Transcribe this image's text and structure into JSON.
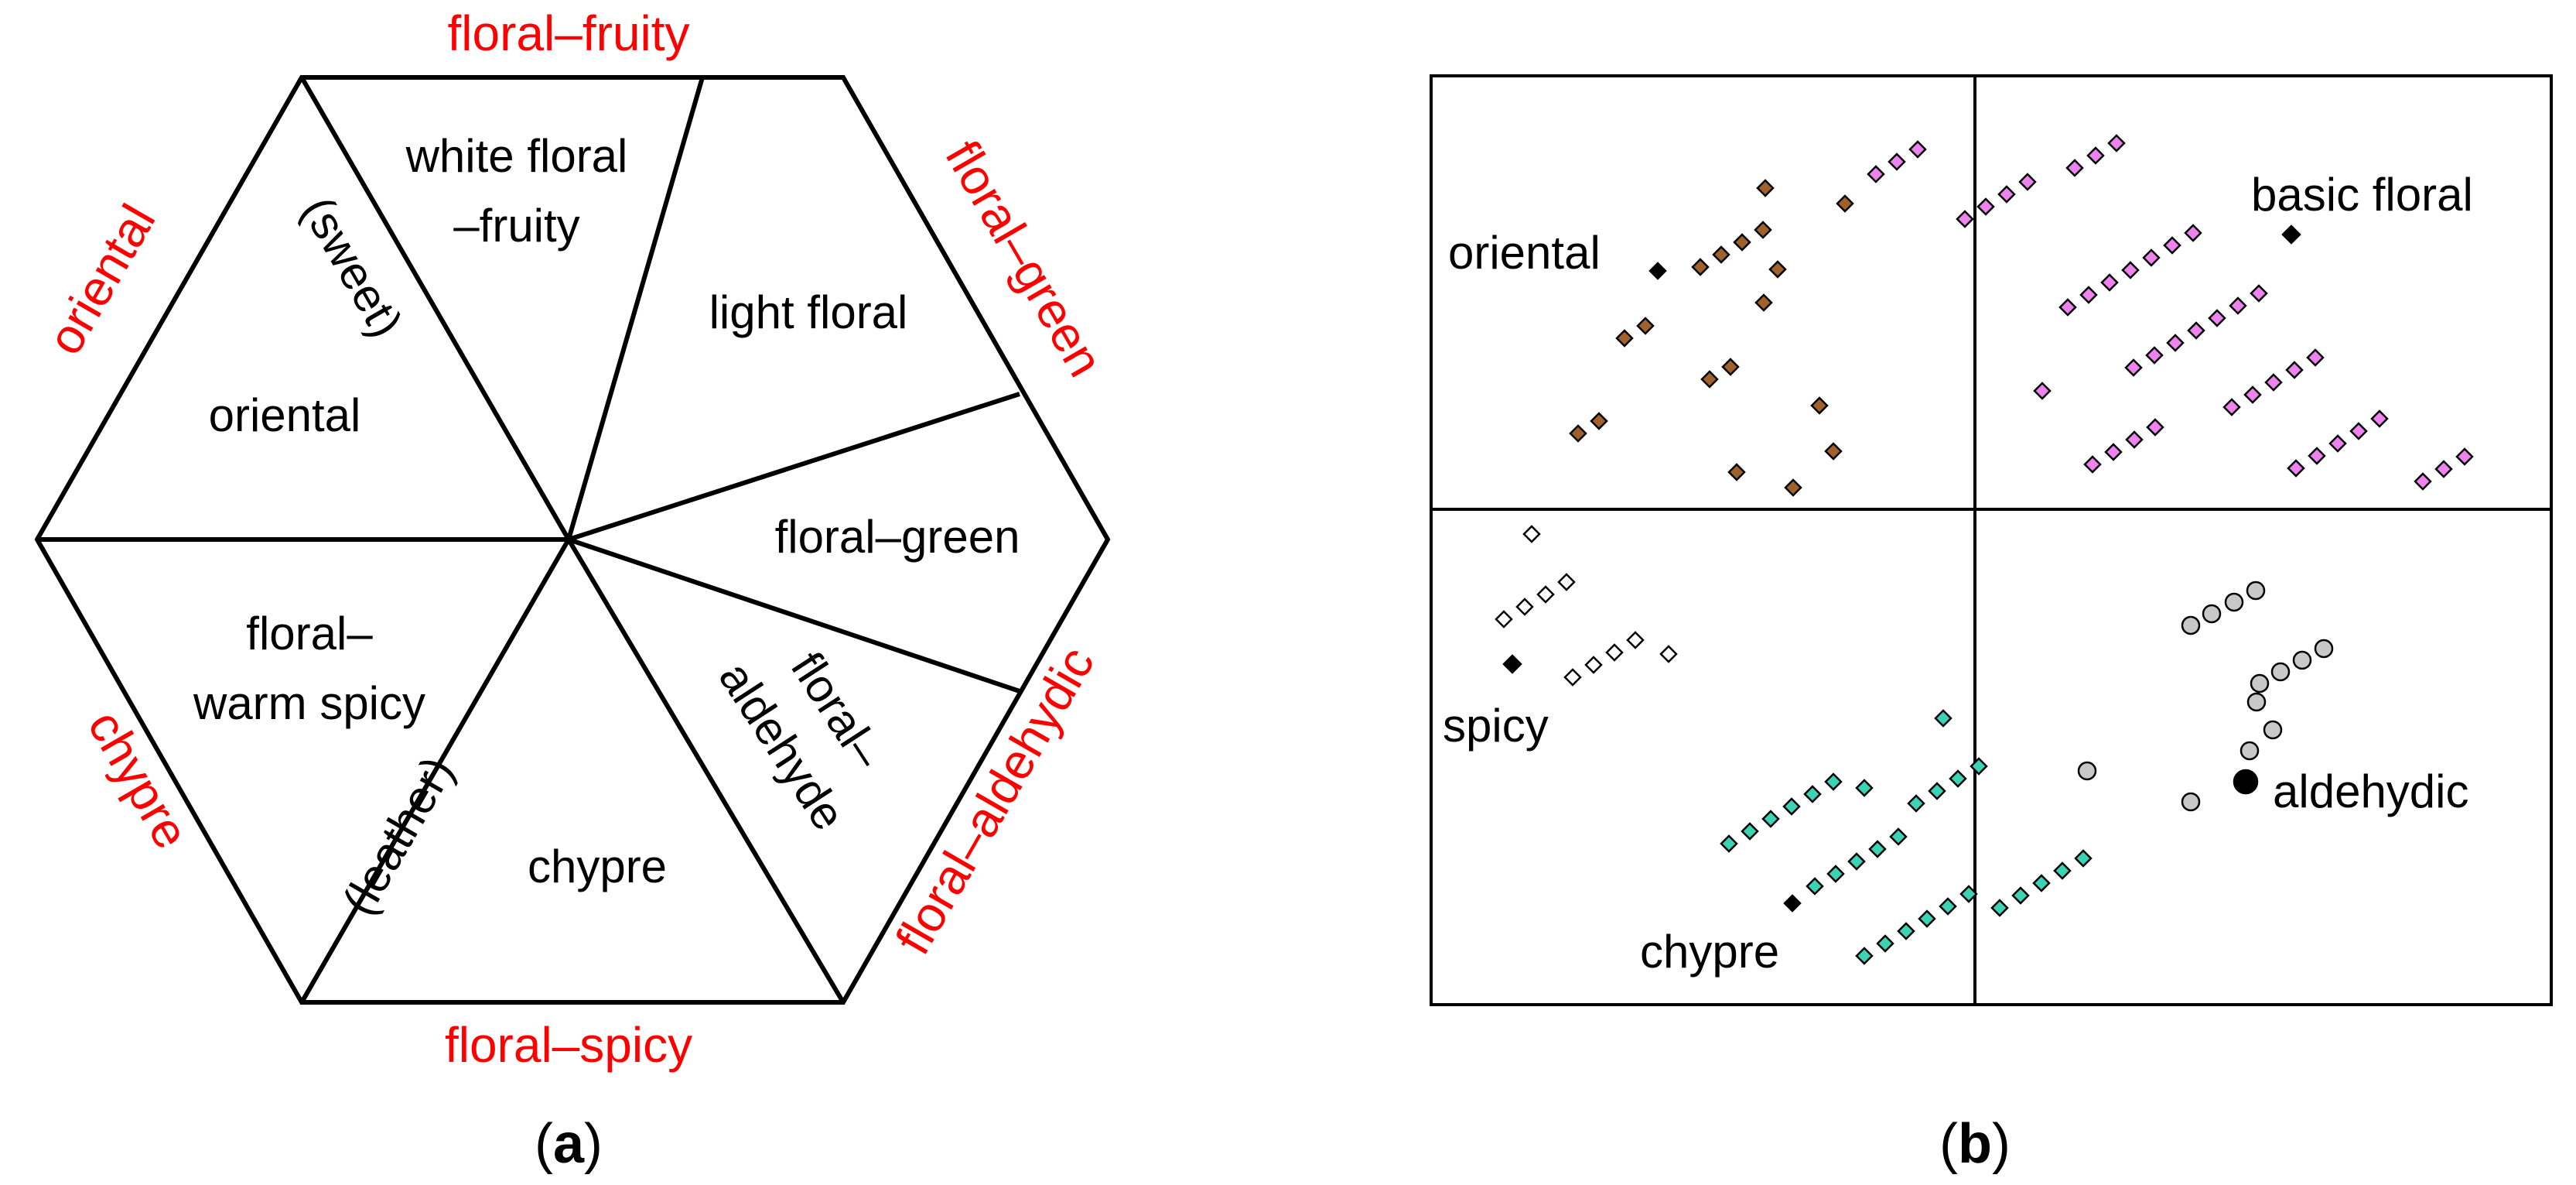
{
  "panel_a": {
    "outer_labels": {
      "top": "floral–fruity",
      "upper_right": "floral–green",
      "lower_right": "floral–aldehydic",
      "bottom": "floral–spicy",
      "lower_left": "chypre",
      "upper_left": "oriental"
    },
    "sector_labels": {
      "white_floral_1": "white floral",
      "white_floral_2": "–fruity",
      "light_floral": "light floral",
      "floral_green": "floral–green",
      "floral_aldehyde_1": "floral–",
      "floral_aldehyde_2": "aldehyde",
      "chypre": "chypre",
      "floral_warm_spicy_1": "floral–",
      "floral_warm_spicy_2": "warm spicy",
      "oriental": "oriental",
      "sweet": "(sweet)",
      "leather": "(leather)"
    },
    "caption_open": "(",
    "caption_letter": "a",
    "caption_close": ")"
  },
  "panel_b": {
    "labels": {
      "oriental": "oriental",
      "basic_floral": "basic floral",
      "spicy": "spicy",
      "chypre": "chypre",
      "aldehydic": "aldehydic"
    },
    "caption_open": "(",
    "caption_letter": "b",
    "caption_close": ")"
  },
  "colors": {
    "outer_label": "#ff0000",
    "oriental_marker": "#a0622a",
    "basic_floral_marker": "#ee82ee",
    "spicy_marker": "#ffffff",
    "chypre_marker": "#3cd3b5",
    "aldehydic_marker": "#c8c8c8"
  }
}
